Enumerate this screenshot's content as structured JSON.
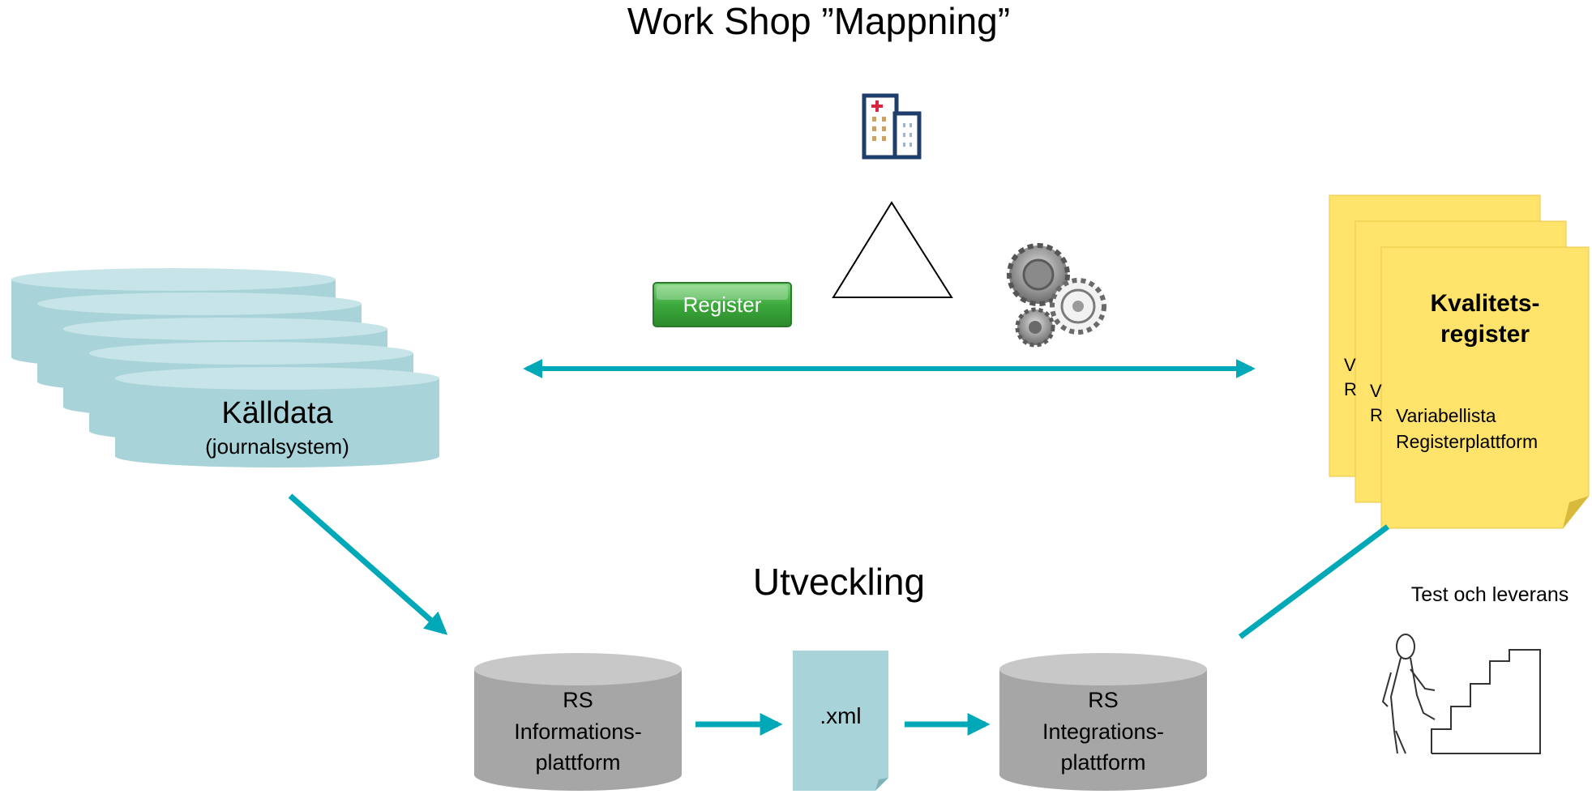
{
  "title": "Work Shop ”Mappning”",
  "workshop": {
    "register_button_label": "Register",
    "icons": [
      "hospital-icon",
      "gears-icon",
      "triangle-shape"
    ]
  },
  "source": {
    "title": "Källdata",
    "subtitle": "(journalsystem)"
  },
  "quality_register": {
    "title_line1": "Kvalitets-",
    "title_line2": "register",
    "back_page1_line1": "V",
    "back_page1_line2": "R",
    "back_page2_line1": "V",
    "back_page2_line2": "R",
    "line1": "Variabellista",
    "line2": "Registerplattform"
  },
  "development": {
    "title": "Utveckling",
    "info_platform": {
      "line1": "RS",
      "line2": "Informations-",
      "line3": "plattform"
    },
    "xml_label": ".xml",
    "integration_platform": {
      "line1": "RS",
      "line2": "Integrations-",
      "line3": "plattform"
    }
  },
  "test": {
    "label": "Test och leverans"
  },
  "colors": {
    "teal_arrow": "#00A8B8",
    "source_fill": "#A8D3D9",
    "source_top": "#C7E4E8",
    "db_gray": "#A6A6A6",
    "db_top": "#C8C8C8",
    "note_yellow": "#FFE36B",
    "register_green": "#3DAA3D",
    "hospital_navy": "#1F3E6B"
  }
}
